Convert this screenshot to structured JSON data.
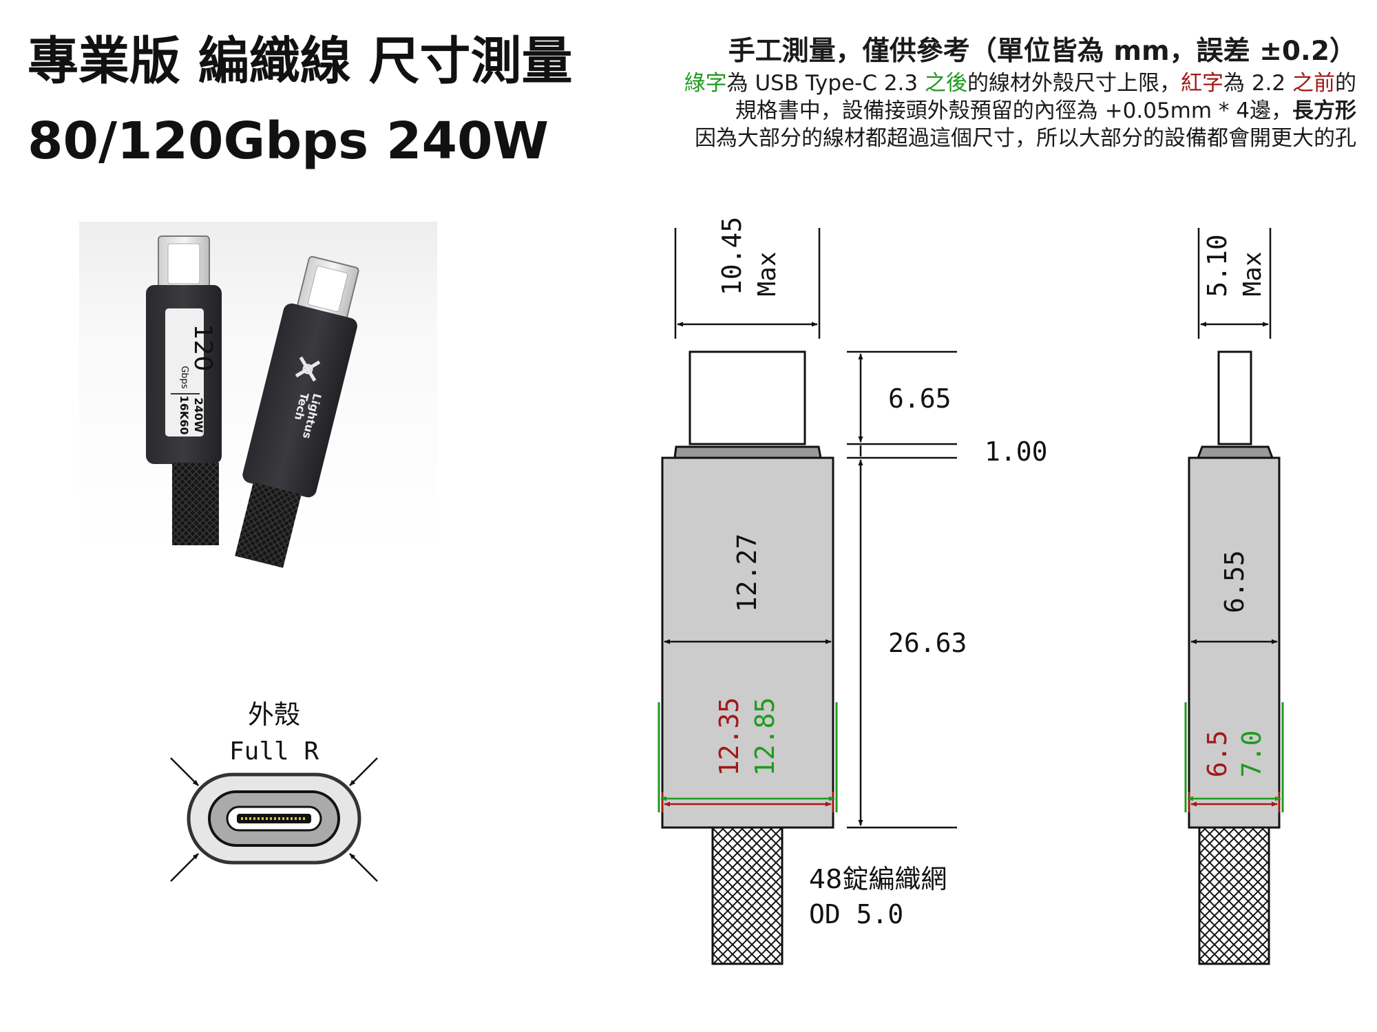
{
  "title": {
    "line1": "專業版 編織線 尺寸測量",
    "line2": "80/120Gbps 240W"
  },
  "notes": {
    "line1": "手工測量，僅供參考（單位皆為 mm，誤差 ±0.2）",
    "line2": {
      "green1": "綠字",
      "t1": "為 USB Type-C 2.3 ",
      "green2": "之後",
      "t2": "的線材外殼尺寸上限，",
      "red1": "紅字",
      "t3": "為 2.2 ",
      "red2": "之前",
      "t4": "的"
    },
    "line3": {
      "t1": "規格書中，設備接頭外殼預留的內徑為 +0.05mm * 4邊，",
      "bold": "長方形"
    },
    "line4": "因為大部分的線材都超過這個尺寸，所以大部分的設備都會開更大的孔"
  },
  "photo": {
    "cable1": {
      "speed": "120",
      "unit": "Gbps",
      "badge1": "240W",
      "badge2": "16K60"
    },
    "cable2": {
      "brand_line1": "Lightus",
      "brand_line2": "Tech"
    }
  },
  "shell": {
    "label1": "外殼",
    "label2": "Full R"
  },
  "front_view": {
    "width_max": "10.45",
    "width_max_sub": "Max",
    "plug_length": "6.65",
    "step": "1.00",
    "body_length": "26.63",
    "body_width": "12.27",
    "limit_old": "12.35",
    "limit_new": "12.85",
    "braid_label1": "48錠編織網",
    "braid_label2": "OD 5.0"
  },
  "side_view": {
    "width_max": "5.10",
    "width_max_sub": "Max",
    "body_thickness": "6.55",
    "limit_old": "6.5",
    "limit_new": "7.0"
  },
  "colors": {
    "old_limit": "#a11818",
    "new_limit": "#1f9a1f",
    "body_fill": "#cccccc",
    "cable_black": "#1b1b1b"
  }
}
